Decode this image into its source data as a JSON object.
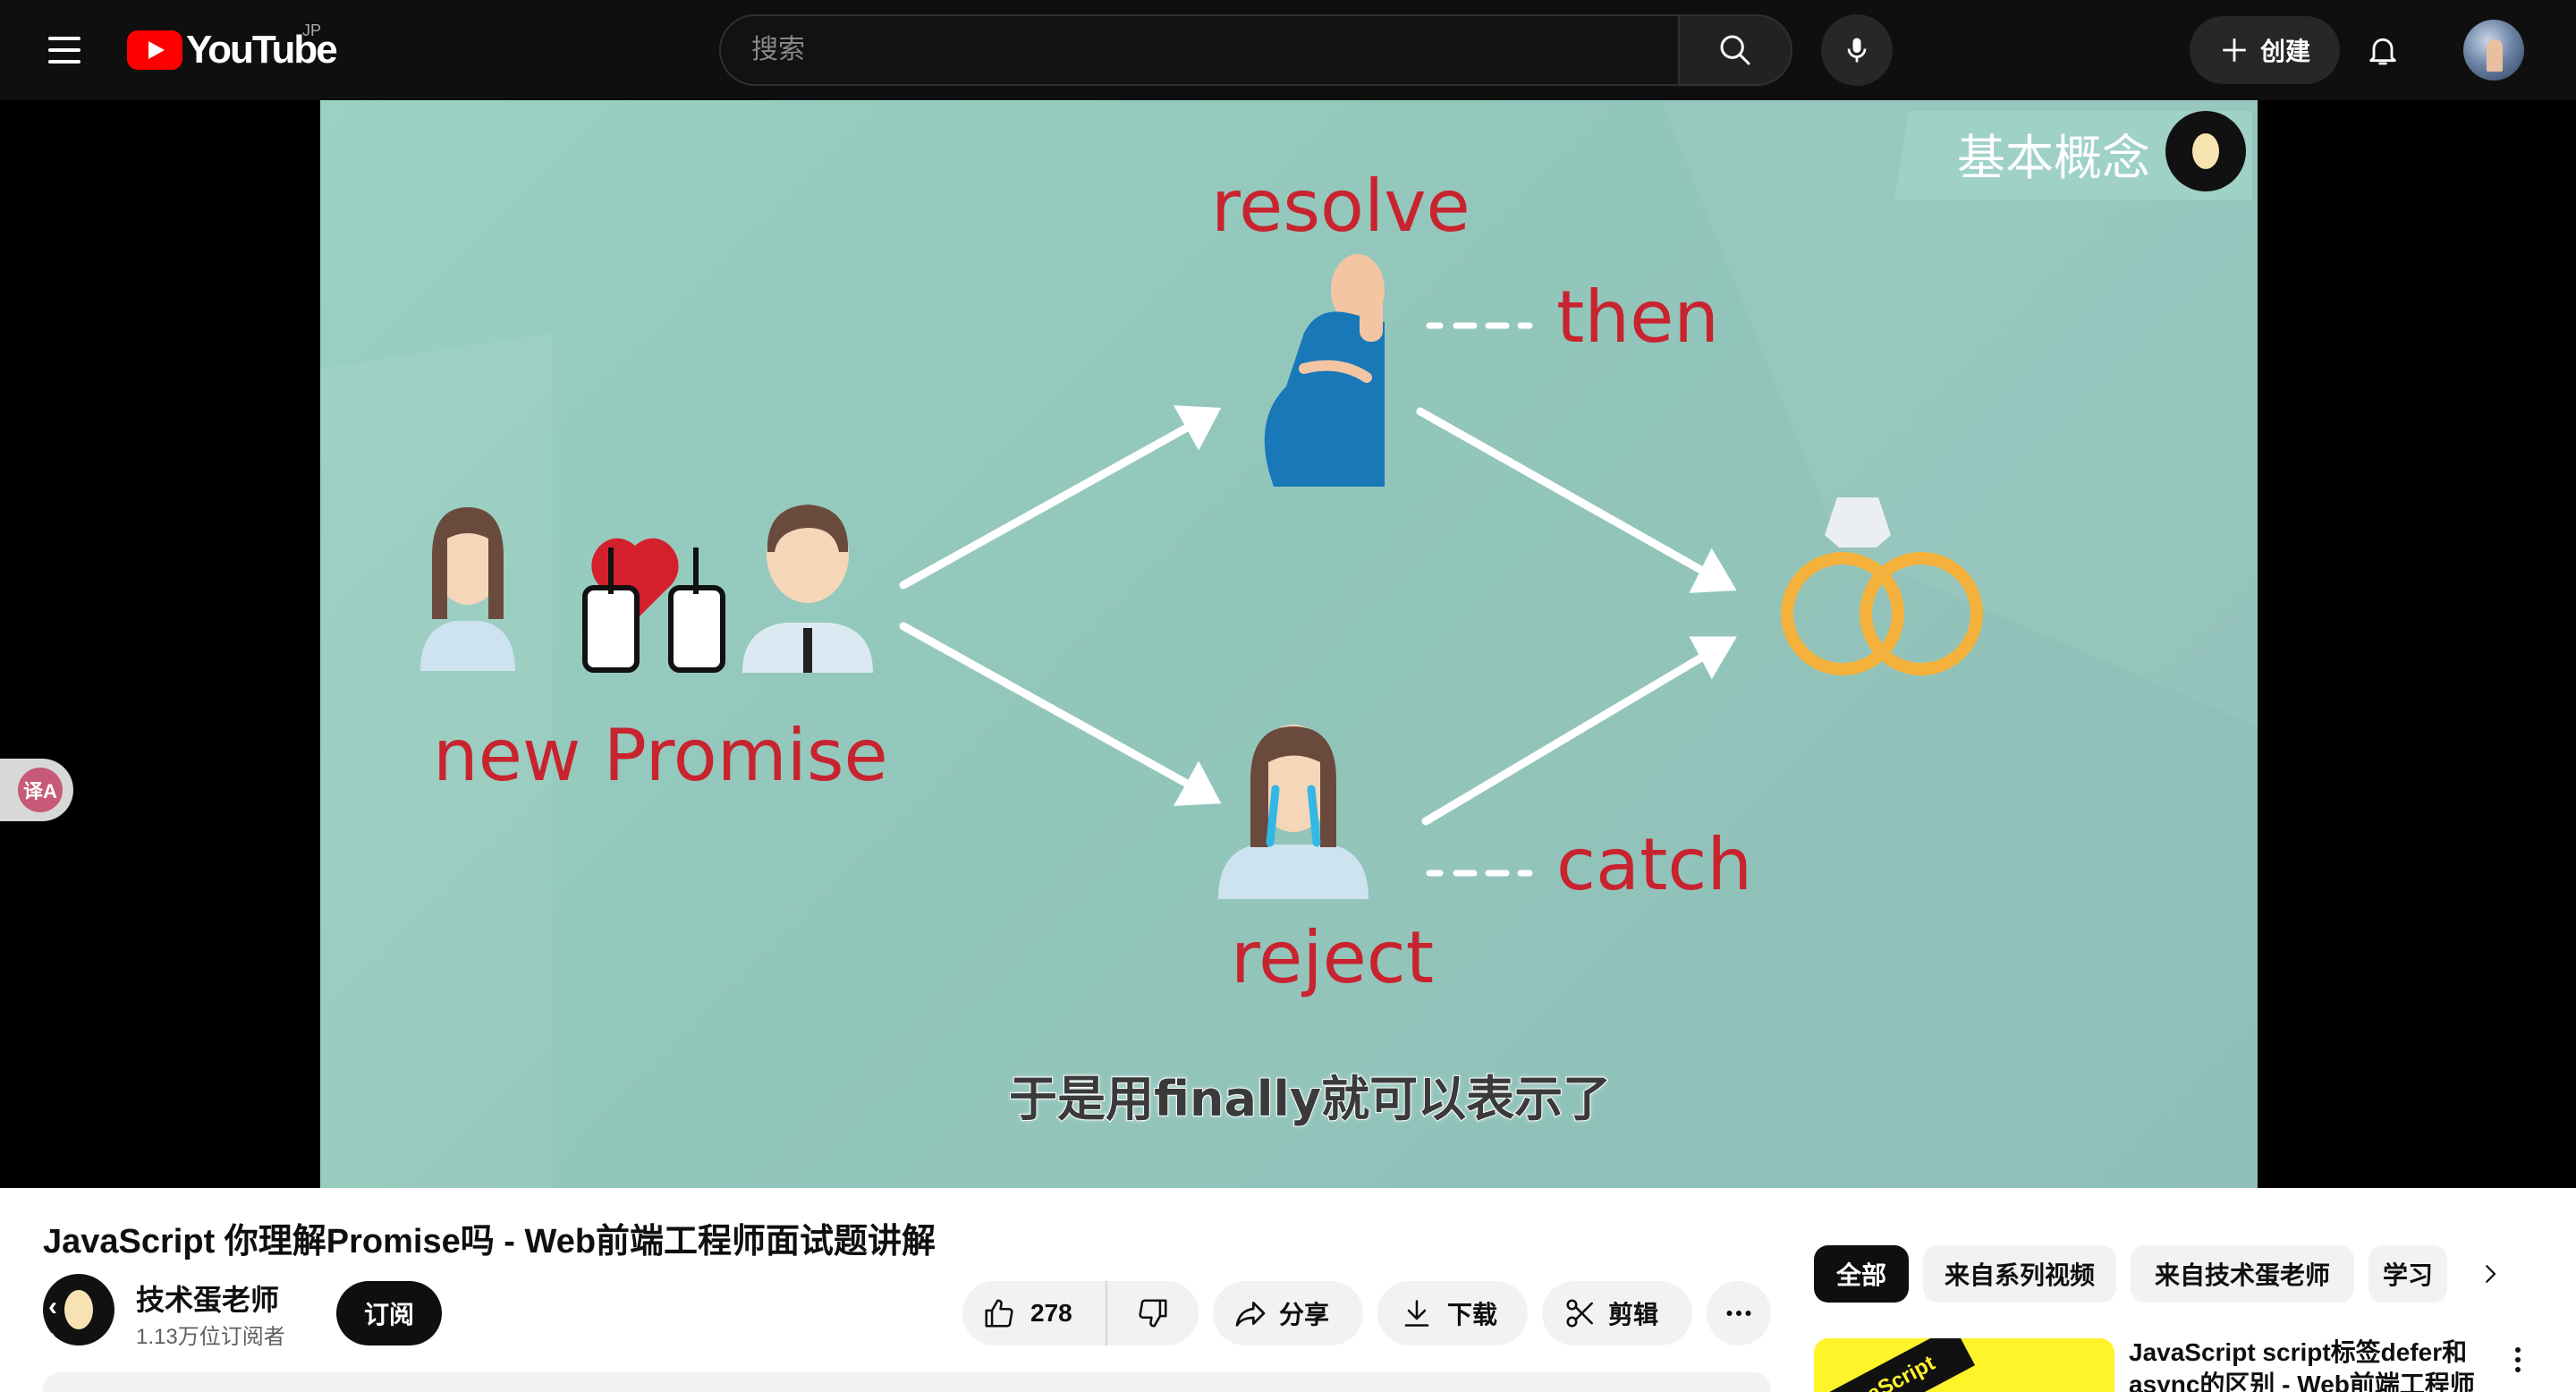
{
  "header": {
    "logo_text": "YouTube",
    "country_code": "JP",
    "search_placeholder": "搜索",
    "create_label": "创建"
  },
  "video": {
    "badge_text": "基本概念",
    "slide": {
      "resolve": "resolve",
      "then": "then",
      "new_promise": "new Promise",
      "reject": "reject",
      "catch": "catch"
    },
    "caption": "于是用finally就可以表示了",
    "translate_icon_text": "译A"
  },
  "info": {
    "title": "JavaScript 你理解Promise吗 - Web前端工程师面试题讲解",
    "channel_name": "技术蛋老师",
    "subscribers": "1.13万位订阅者",
    "subscribe_label": "订阅",
    "like_count": "278",
    "share_label": "分享",
    "download_label": "下载",
    "clip_label": "剪辑"
  },
  "sidebar": {
    "chips": [
      "全部",
      "来自系列视频",
      "来自技术蛋老师",
      "学习"
    ],
    "rec_title": "JavaScript script标签defer和async的区别 - Web前端工程师",
    "thumb_text": "JavaScript"
  },
  "colors": {
    "brand_red": "#ff0000",
    "slide_text": "#c8242f",
    "slide_bg": "#95cabe"
  }
}
